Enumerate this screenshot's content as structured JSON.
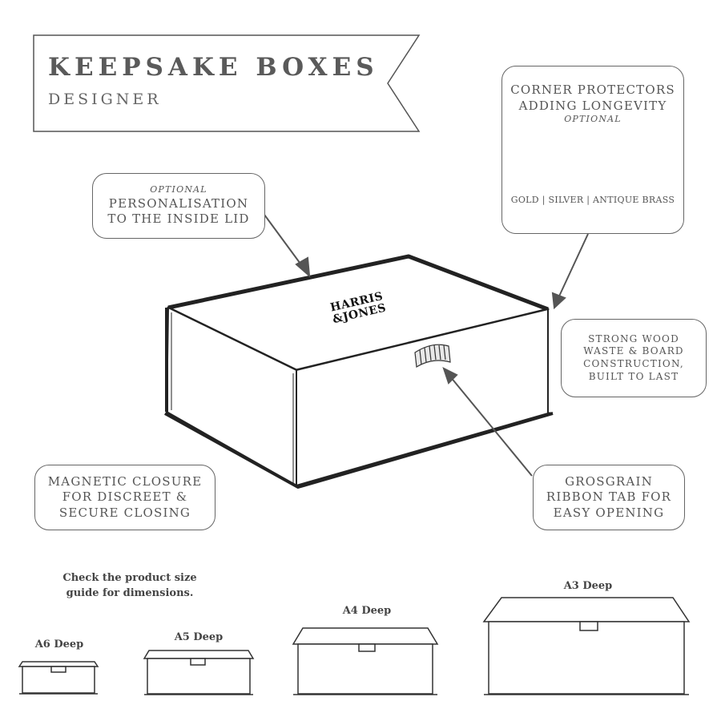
{
  "banner": {
    "title": "KEEPSAKE BOXES",
    "subtitle": "DESIGNER"
  },
  "box": {
    "logo_line1": "HARRIS",
    "logo_line2": "&JONES"
  },
  "callouts": {
    "corner": {
      "line1": "CORNER PROTECTORS",
      "line2": "ADDING LONGEVITY",
      "optional": "OPTIONAL",
      "finishes": "GOLD | SILVER | ANTIQUE BRASS"
    },
    "personalisation": {
      "optional": "OPTIONAL",
      "line1": "PERSONALISATION",
      "line2": "TO THE INSIDE LID"
    },
    "wood": {
      "line1": "STRONG WOOD",
      "line2": "WASTE & BOARD",
      "line3": "CONSTRUCTION,",
      "line4": "BUILT TO LAST"
    },
    "magnetic": {
      "line1": "MAGNETIC CLOSURE",
      "line2": "FOR DISCREET &",
      "line3": "SECURE CLOSING"
    },
    "grosgrain": {
      "line1": "GROSGRAIN",
      "line2": "RIBBON TAB FOR",
      "line3": "EASY OPENING"
    }
  },
  "sizes": {
    "note_line1": "Check the product size",
    "note_line2": "guide for dimensions.",
    "items": [
      {
        "label": "A6 Deep"
      },
      {
        "label": "A5 Deep"
      },
      {
        "label": "A4 Deep"
      },
      {
        "label": "A3 Deep"
      }
    ]
  },
  "colors": {
    "gold": "#c8a84a",
    "silver": "#c8c8c8",
    "antique_brass": "#7d6a3a",
    "outline": "#333333"
  }
}
